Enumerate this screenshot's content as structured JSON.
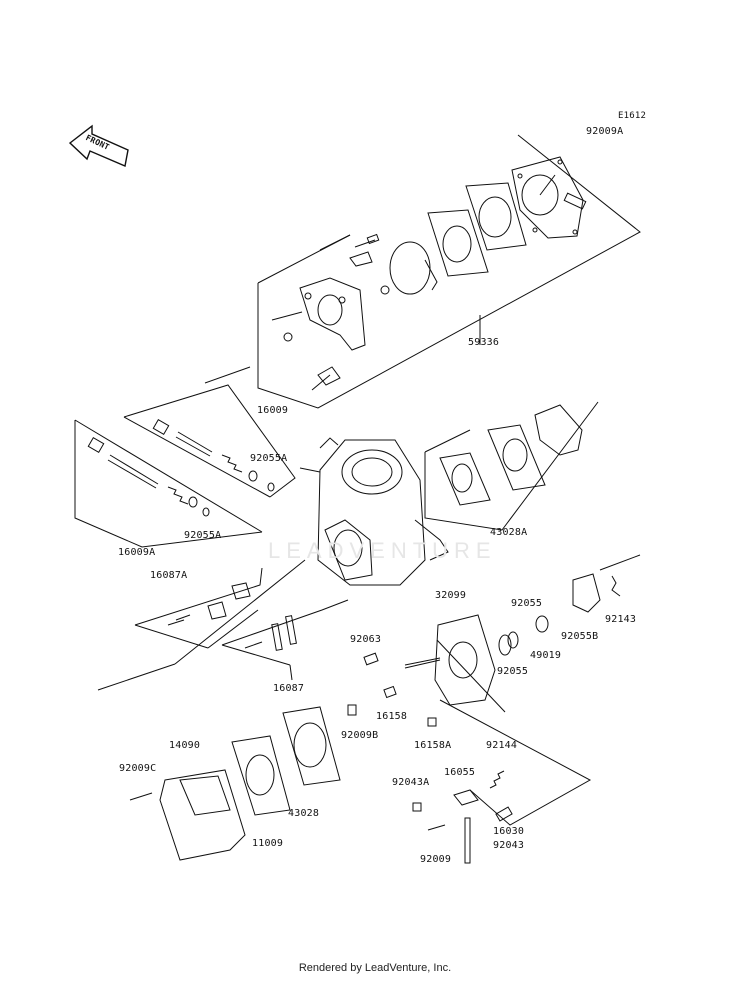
{
  "diagram_code": "E1612",
  "front_label": "FRONT",
  "watermark": "LEADVENTURE",
  "footer": "Rendered by LeadVenture, Inc.",
  "labels": {
    "p92009A": "92009A",
    "p59336": "59336",
    "p16009": "16009",
    "p92055A_top": "92055A",
    "p92055A_bot": "92055A",
    "p16009A": "16009A",
    "p43028A": "43028A",
    "p16087A": "16087A",
    "p32099": "32099",
    "p92055_a": "92055",
    "p92055_b": "92055",
    "p49019": "49019",
    "p92055B": "92055B",
    "p92143": "92143",
    "p92063": "92063",
    "p16087": "16087",
    "p16158": "16158",
    "p92009B": "92009B",
    "p16158A": "16158A",
    "p14090": "14090",
    "p92009C": "92009C",
    "p43028": "43028",
    "p11009": "11009",
    "p92144": "92144",
    "p92043A": "92043A",
    "p16055": "16055",
    "p16030": "16030",
    "p92009": "92009",
    "p92043": "92043"
  }
}
